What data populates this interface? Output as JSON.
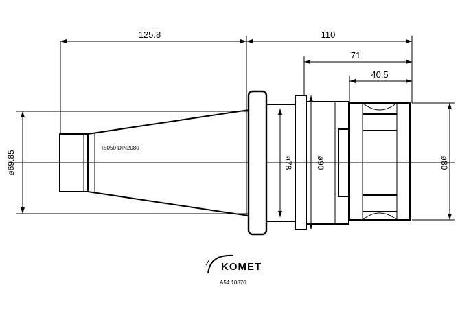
{
  "dimensions": {
    "top_left": "125.8",
    "top_right": "110",
    "mid": "71",
    "small": "40.5",
    "dia_left": "ø69.85",
    "dia_78": "ø78",
    "dia_90": "ø90",
    "dia_80": "ø80"
  },
  "shank_marking": "IS050 DIN2080",
  "logo": {
    "brand": "KOMET",
    "part_number": "A54 10870"
  }
}
